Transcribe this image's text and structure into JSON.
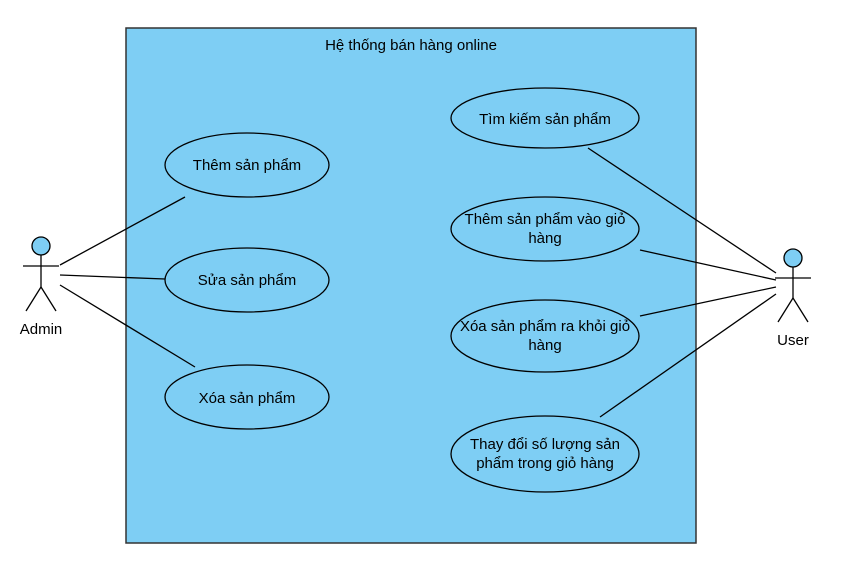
{
  "system": {
    "title": "Hệ thống bán hàng online",
    "fill_color": "#7ECEF4"
  },
  "actors": {
    "admin": {
      "label": "Admin",
      "head_color": "#7ECEF4"
    },
    "user": {
      "label": "User",
      "head_color": "#7ECEF4"
    }
  },
  "use_cases": {
    "them_san_pham": {
      "lines": [
        "Thêm sản phẩm"
      ]
    },
    "sua_san_pham": {
      "lines": [
        "Sửa sản phẩm"
      ]
    },
    "xoa_san_pham": {
      "lines": [
        "Xóa sản phẩm"
      ]
    },
    "tim_kiem": {
      "lines": [
        "Tìm kiếm sản phẩm"
      ]
    },
    "them_vao_gio": {
      "lines": [
        "Thêm sản phẩm vào giỏ",
        "hàng"
      ]
    },
    "xoa_khoi_gio": {
      "lines": [
        "Xóa sản phẩm ra khỏi giỏ",
        "hàng"
      ]
    },
    "thay_doi_so_luong": {
      "lines": [
        "Thay đổi số lượng sản",
        "phẩm trong giỏ hàng"
      ]
    }
  },
  "associations": [
    {
      "actor": "admin",
      "use_case": "them_san_pham"
    },
    {
      "actor": "admin",
      "use_case": "sua_san_pham"
    },
    {
      "actor": "admin",
      "use_case": "xoa_san_pham"
    },
    {
      "actor": "user",
      "use_case": "tim_kiem"
    },
    {
      "actor": "user",
      "use_case": "them_vao_gio"
    },
    {
      "actor": "user",
      "use_case": "xoa_khoi_gio"
    },
    {
      "actor": "user",
      "use_case": "thay_doi_so_luong"
    }
  ]
}
